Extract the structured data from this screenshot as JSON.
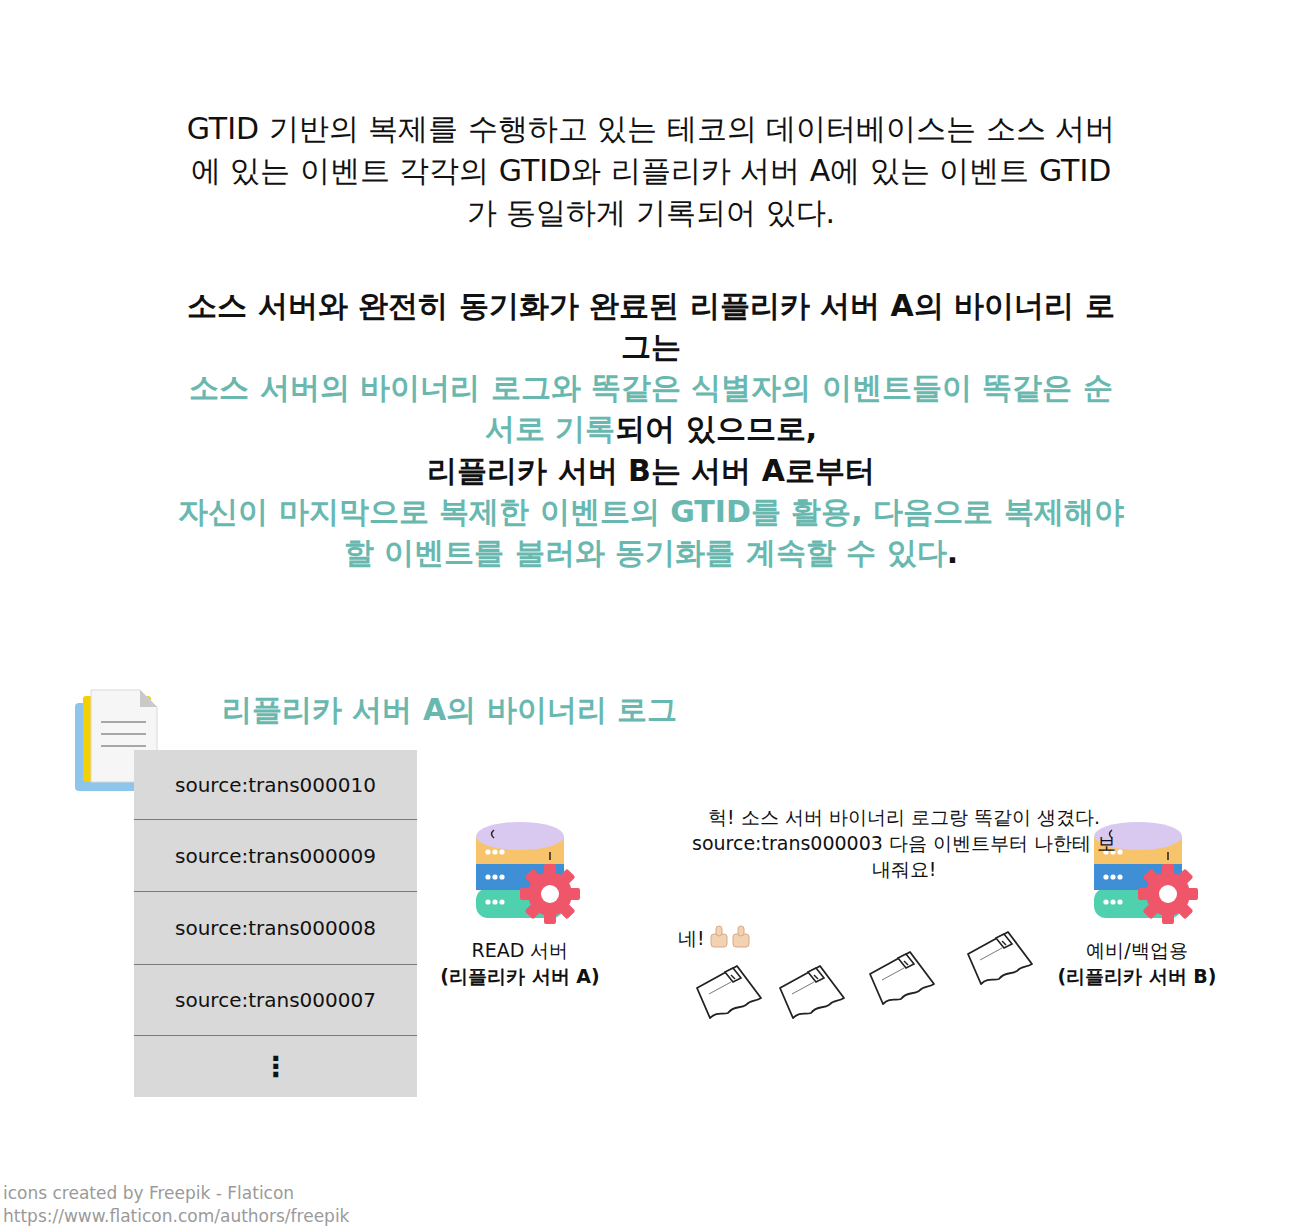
{
  "diagram": {
    "nodes": [
      {
        "text": [
          "리플리카 서버 A의 바이너리 로그"
        ]
      },
      {
        "text": [
          "source:trans000010"
        ],
        "in": 0
      },
      {
        "text": [
          "source:trans000009"
        ],
        "in": 0
      },
      {
        "text": [
          "source:trans000008"
        ],
        "in": 0
      },
      {
        "text": [
          "source:trans000007"
        ],
        "in": 0
      },
      {
        "text": [
          "⋮"
        ],
        "in": 0
      },
      {
        "text": [
          "READ 서버",
          "(리플리카 서버 A)"
        ]
      },
      {
        "text": [
          "예비/백업용",
          "(리플리카 서버 B)"
        ]
      }
    ],
    "labels": [
      "GTID 기반의 복제를 수행하고 있는 테코의 데이터베이스는 소스 서버에 있는 이벤트 각각의 GTID와 리플리카 서버 A에 있는 이벤트 GTID가 동일하게 기록되어 있다.",
      "소스 서버와 완전히 동기화가 완료된 리플리카 서버 A의 바이너리 로그는",
      "소스 서버의 바이너리 로그와 똑같은 식별자의 이벤트들이 똑같은 순서로 기록",
      "되어 있으므로,",
      "리플리카 서버 B는 서버 A로부터",
      "자신이 마지막으로 복제한 이벤트의 GTID를 활용, 다음으로 복제해야 할 이벤트를 불러와 동기화를 계속할 수 있다",
      ".",
      "헉! 소스 서버 바이너리 로그랑 똑같이 생겼다. source:trans000003 다음 이벤트부터 나한테 보내줘요!",
      "네!",
      "icons created by Freepik - Flaticon",
      "https://www.flaticon.com/authors/freepik"
    ]
  }
}
